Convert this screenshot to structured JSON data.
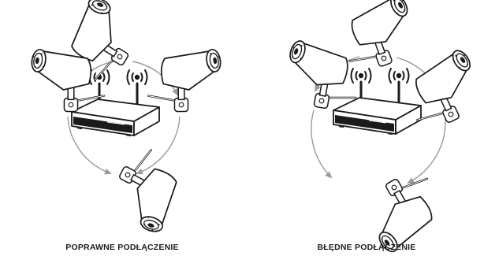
{
  "diagrams": [
    {
      "caption": "POPRAWNE PODŁĄCZENIE",
      "arrangement": "correct",
      "camera_count": 4,
      "antenna_count": 2
    },
    {
      "caption": "BŁĘDNE PODŁĄCZENIE",
      "arrangement": "incorrect",
      "camera_count": 4,
      "antenna_count": 2
    }
  ],
  "colors": {
    "line": "#1a1a1a",
    "arrow": "#9a9a9a",
    "background": "#ffffff"
  },
  "icons": {
    "recorder": "nvr-recorder-icon",
    "camera": "bullet-camera-icon",
    "signal": "wireless-signal-icon"
  }
}
